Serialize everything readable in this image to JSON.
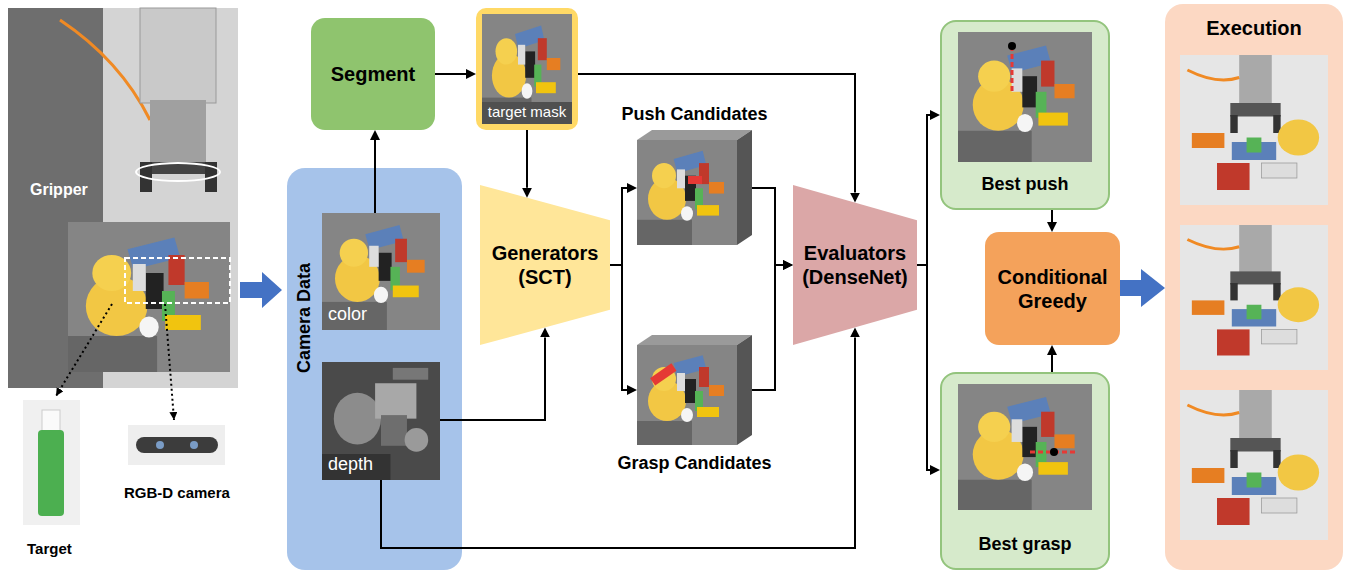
{
  "diagram": {
    "nodes": [
      {
        "text": [
          "Camera Data"
        ]
      },
      {
        "text": [
          "color"
        ],
        "in": 0
      },
      {
        "text": [
          "depth"
        ],
        "in": 0
      },
      {
        "text": [
          "Segment"
        ]
      },
      {
        "text": [
          "target mask"
        ]
      },
      {
        "text": [
          "Push Candidates"
        ]
      },
      {
        "text": [
          "Generators (SCT)"
        ]
      },
      {
        "text": [
          "Grasp Candidates"
        ]
      },
      {
        "text": [
          "Evaluators (DenseNet)"
        ]
      },
      {
        "text": [
          "Best push"
        ]
      },
      {
        "text": [
          "Conditional Greedy"
        ]
      },
      {
        "text": [
          "Best grasp"
        ]
      },
      {
        "text": [
          "Execution"
        ]
      }
    ],
    "edges": [
      {
        "from": 1,
        "to": 3,
        "arrow": "to"
      },
      {
        "from": 3,
        "to": 4,
        "arrow": "to"
      },
      {
        "from": 4,
        "to": 8,
        "arrow": "to"
      },
      {
        "from": 4,
        "to": 6,
        "arrow": "to"
      },
      {
        "from": 2,
        "to": 6,
        "arrow": "to"
      },
      {
        "from": 6,
        "to": 5,
        "arrow": "to"
      },
      {
        "from": 6,
        "to": 7,
        "arrow": "to"
      },
      {
        "from": 5,
        "to": 8,
        "arrow": "to"
      },
      {
        "from": 7,
        "to": 8,
        "arrow": "to"
      },
      {
        "from": 2,
        "to": 8,
        "arrow": "to"
      },
      {
        "from": 8,
        "to": 9,
        "arrow": "to"
      },
      {
        "from": 8,
        "to": 11,
        "arrow": "to"
      },
      {
        "from": 9,
        "to": 10,
        "arrow": "to"
      },
      {
        "from": 11,
        "to": 10,
        "arrow": "to"
      },
      {
        "from": 10,
        "to": 12,
        "arrow": "to"
      }
    ],
    "labels": [
      "Gripper",
      "Target",
      "RGB-D camera"
    ]
  }
}
